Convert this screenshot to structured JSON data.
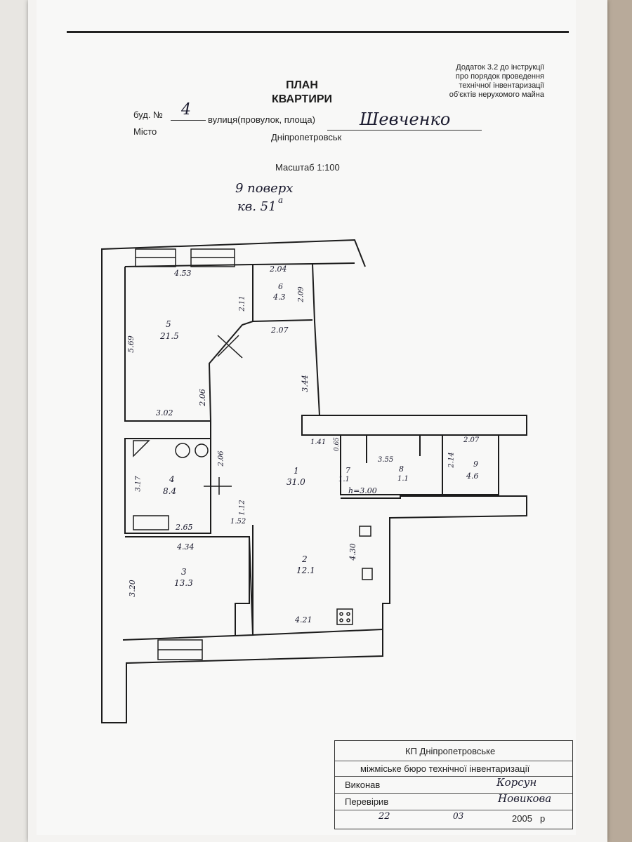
{
  "header": {
    "annex_lines": [
      "Додаток 3.2 до інструкції",
      "про порядок проведення",
      "технічної інвентаризації",
      "об'єктів нерухомого майна"
    ],
    "title_line1": "ПЛАН",
    "title_line2": "КВАРТИРИ",
    "building_label": "буд. №",
    "building_number": "4",
    "street_label": "вулиця(провулок, площа)",
    "street_value": "Шевченко",
    "city_label": "Місто",
    "city_value": "Дніпропетровськ",
    "scale": "Масштаб 1:100",
    "floor_note": "9 поверх",
    "apartment_note": "кв. 51",
    "apartment_suffix": "а"
  },
  "plan": {
    "rooms": [
      {
        "number": "1",
        "area": "31.0"
      },
      {
        "number": "2",
        "area": "12.1"
      },
      {
        "number": "3",
        "area": "13.3"
      },
      {
        "number": "4",
        "area": "8.4"
      },
      {
        "number": "5",
        "area": "21.5"
      },
      {
        "number": "6",
        "area": "4.3"
      },
      {
        "number": "7",
        "area": "1.1"
      },
      {
        "number": "8",
        "area": "1.1"
      },
      {
        "number": "9",
        "area": "4.6"
      }
    ],
    "dimensions": {
      "d453": "4.53",
      "d204": "2.04",
      "d209": "2.09",
      "d211": "2.11",
      "d569": "5.69",
      "d207a": "2.07",
      "d344": "3.44",
      "d206a": "2.06",
      "d302": "3.02",
      "d141": "1.41",
      "d065": "0.65",
      "d355": "3.55",
      "d207b": "2.07",
      "d214": "2.14",
      "d206b": "2.06",
      "d317": "3.17",
      "d265": "2.65",
      "d112": "1.12",
      "d152": "1.52",
      "d434": "4.34",
      "d320": "3.20",
      "d430": "4.30",
      "d421": "4.21"
    },
    "ceiling_height": "h=3.00"
  },
  "stamp": {
    "org_line1": "КП Дніпропетровське",
    "org_line2": "міжміське бюро технічної інвентаризації",
    "performed_label": "Виконав",
    "checked_label": "Перевірив",
    "performed_name": "Корсун",
    "checked_name": "Новикова",
    "date_day": "22",
    "date_month": "03",
    "year": "2005",
    "year_suffix": "р"
  },
  "colors": {
    "ink": "#1c1c1c",
    "pen": "#1a1a2e",
    "paper": "#f8f8f7"
  }
}
